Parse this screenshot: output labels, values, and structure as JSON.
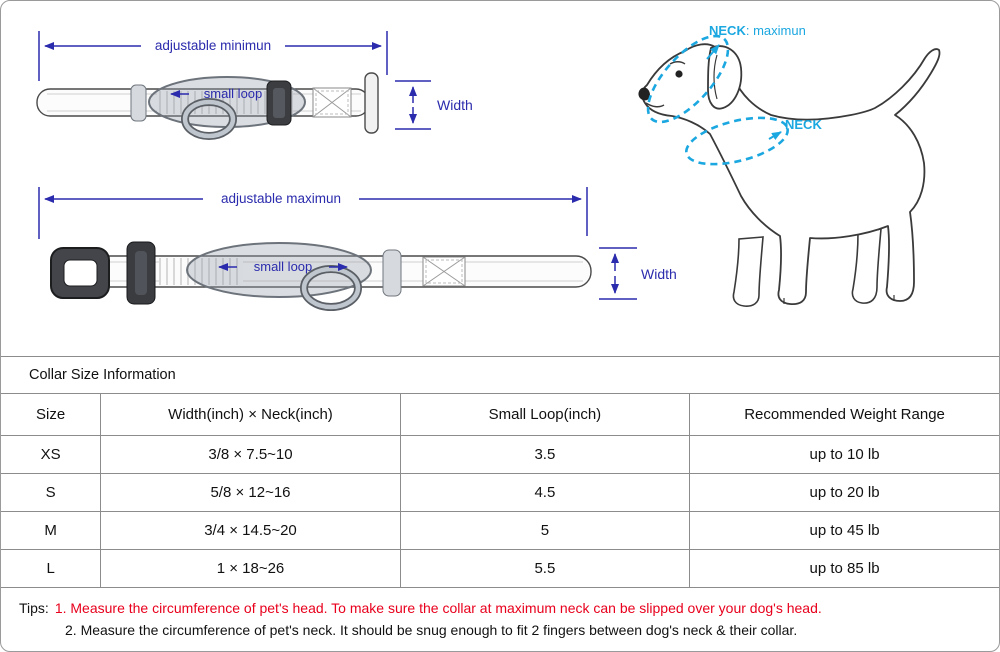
{
  "diagram": {
    "collar_min": {
      "dimension_label": "adjustable minimun",
      "width_label": "Width",
      "small_loop_label": "small loop"
    },
    "collar_max": {
      "dimension_label": "adjustable maximun",
      "width_label": "Width",
      "small_loop_label": "small loop"
    },
    "dog": {
      "neck_max_bold": "NECK",
      "neck_max_rest": ": maximun",
      "neck_label": "NECK"
    }
  },
  "table": {
    "title": "Collar Size Information",
    "headers": [
      "Size",
      "Width(inch)  ×  Neck(inch)",
      "Small Loop(inch)",
      "Recommended Weight Range"
    ],
    "rows": [
      [
        "XS",
        "3/8  × 7.5~10",
        "3.5",
        "up to 10 lb"
      ],
      [
        "S",
        "5/8  × 12~16",
        "4.5",
        "up to 20 lb"
      ],
      [
        "M",
        "3/4  × 14.5~20",
        "5",
        "up to 45 lb"
      ],
      [
        "L",
        "1  ×  18~26",
        "5.5",
        "up to 85 lb"
      ]
    ]
  },
  "tips": {
    "label": "Tips:",
    "line1": "1. Measure the circumference of pet's head.  To make sure the collar at maximum neck can be slipped over your dog's head.",
    "line2": "2. Measure the circumference of pet's neck. It should be snug enough to fit 2 fingers between dog's neck & their collar."
  },
  "colors": {
    "annotation_blue": "#2b2bad",
    "cyan": "#1ba7e0",
    "tip_red": "#e8001c"
  }
}
